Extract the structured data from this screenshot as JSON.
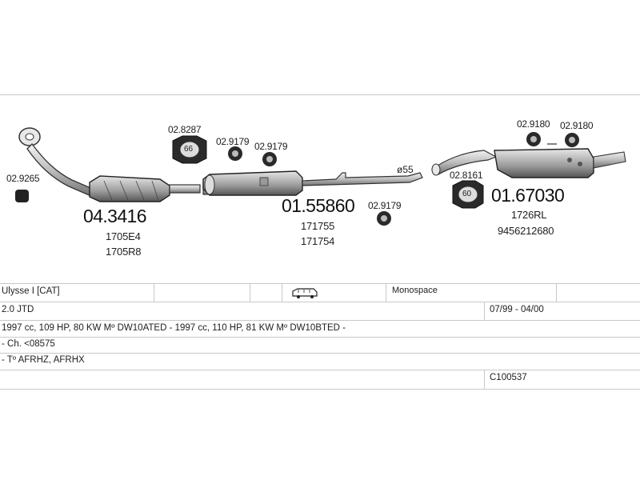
{
  "parts": {
    "catalyst": {
      "number": "04.3416",
      "refs": [
        "1705E4",
        "1705R8"
      ]
    },
    "middle": {
      "number": "01.55860",
      "refs": [
        "171755",
        "171754"
      ]
    },
    "rear": {
      "number": "01.67030",
      "refs": [
        "1726RL",
        "9456212680"
      ]
    }
  },
  "accessories": {
    "a1": "02.9265",
    "a2": "02.8287",
    "a3": "02.9179",
    "a4": "02.9179",
    "a5": "02.9179",
    "a6": "02.8161",
    "a7": "02.9180",
    "a8": "02.9180"
  },
  "badges": {
    "b66": "66",
    "b60": "60"
  },
  "pipe_label": "ø55",
  "vehicle": {
    "model": "Ulysse I [CAT]",
    "body": "Monospace",
    "engine": "2.0 JTD",
    "dates": "07/99 - 04/00",
    "details": "1997 cc, 109 HP, 80 KW Mº DW10ATED - 1997 cc, 110 HP, 81 KW Mº DW10BTED -",
    "chassis": "- Ch. <08575",
    "types": "- Tº AFRHZ, AFRHX",
    "code": "C100537"
  },
  "icons": {
    "vehicle_icon": "van-icon"
  }
}
